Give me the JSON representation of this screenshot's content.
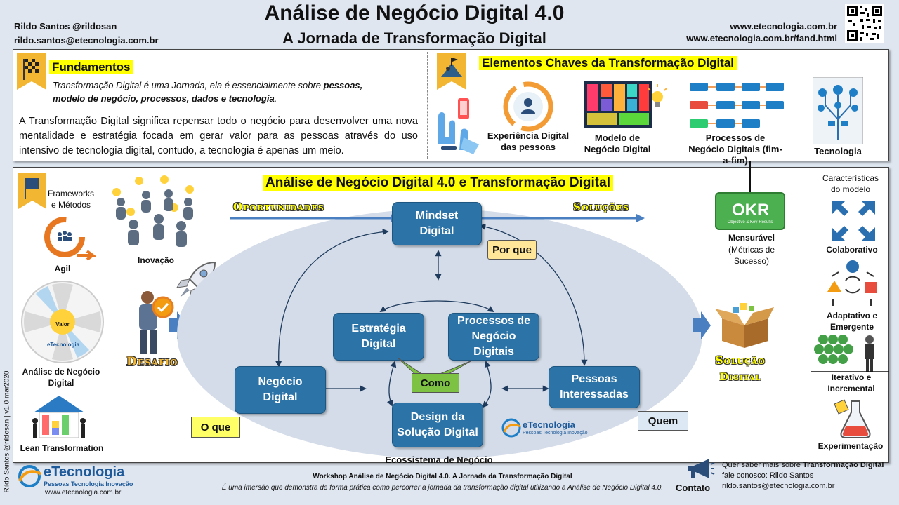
{
  "header": {
    "title": "Análise de Negócio Digital 4.0",
    "subtitle": "A Jornada de Transformação Digital",
    "author": "Rildo Santos @rildosan",
    "email": "rildo.santos@etecnologia.com.br",
    "url1": "www.etecnologia.com.br",
    "url2": "www.etecnologia.com.br/fand.html"
  },
  "fundamentos": {
    "title": "Fundamentos",
    "intro_plain1": "Transformação Digital é uma Jornada, ela é essencialmente sobre ",
    "intro_bold1": "pessoas,",
    "intro_bold2": "modelo de negócio, processos, dados e tecnologia",
    "intro_end": ".",
    "body": "A Transformação Digital significa repensar todo o negócio para desenvolver uma nova mentalidade e estratégia focada em gerar valor para as pessoas através do uso intensivo de tecnologia digital, contudo, a tecnologia é apenas um meio."
  },
  "elementos": {
    "title": "Elementos Chaves da Transformação  Digital",
    "items": [
      "Experiência Digital das pessoas",
      "Modelo de Negócio Digital",
      "Processos de Negócio Digitais (fim-a-fim)",
      "Tecnologia"
    ]
  },
  "main": {
    "title": "Análise de Negócio Digital 4.0 e Transformação Digital",
    "oportunidades": "Oportunidades",
    "solucoes": "Soluções",
    "desafio": "Desafio",
    "solucao_digital_1": "Solução",
    "solucao_digital_2": "Digital",
    "nodes": {
      "mindset": "Mindset Digital",
      "estrategia": "Estratégia Digital",
      "processos": "Processos de Negócio Digitais",
      "negocio": "Negócio Digital",
      "pessoas": "Pessoas Interessadas",
      "design": "Design da Solução Digital"
    },
    "tags": {
      "porque": "Por que",
      "como": "Como",
      "oque": "O que",
      "quem": "Quem"
    },
    "ecossistema": "Ecossistema de Negócio",
    "inovacao": "Inovação",
    "logo_small": "eTecnologia",
    "logo_small_sub": "Pessoas Tecnologia Inovação"
  },
  "left": {
    "frameworks": "Frameworks e Métodos",
    "agil": "Agil",
    "analise": "Análise de Negócio Digital",
    "lean": "Lean Transformation",
    "wheel_center": "Valor",
    "wheel_brand": "eTecnologia",
    "side_vertical": "Rildo Santos @rildosan | v1.0 mar2020"
  },
  "right": {
    "caracteristicas": "Características do modelo",
    "okr": "OKR",
    "okr_sub": "Objective & Key-Results",
    "mensuravel": "Mensurável",
    "metricas": "(Métricas de Sucesso)",
    "colaborativo": "Colaborativo",
    "adaptativo": "Adaptativo e Emergente",
    "iterativo": "Iterativo e Incremental",
    "experimentacao": "Experimentação"
  },
  "footer": {
    "brand": "eTecnologia",
    "brand_sub": "Pessoas Tecnologia Inovação",
    "brand_url": "www.etecnologia.com.br",
    "workshop": "Workshop Análise de Negócio Digital 4.0. A Jornada  da Transformação Digital",
    "desc": "É uma imersão que demonstra de forma prática como percorrer a jornada da transformação digital utilizando a Análise de Negócio Digital 4.0.",
    "contato": "Contato",
    "q_plain": "Quer saber mais sobre ",
    "q_bold": "Transformação Digital",
    "fale": "fale conosco: Rildo Santos",
    "email": "rildo.santos@etecnologia.com.br"
  },
  "colors": {
    "node_blue": "#2c73a8",
    "highlight_yellow": "#ffff00",
    "tag_yellow": "#ffe699",
    "tag_green": "#7dc242",
    "tag_blue": "#dce9f5",
    "orange": "#e87722"
  }
}
